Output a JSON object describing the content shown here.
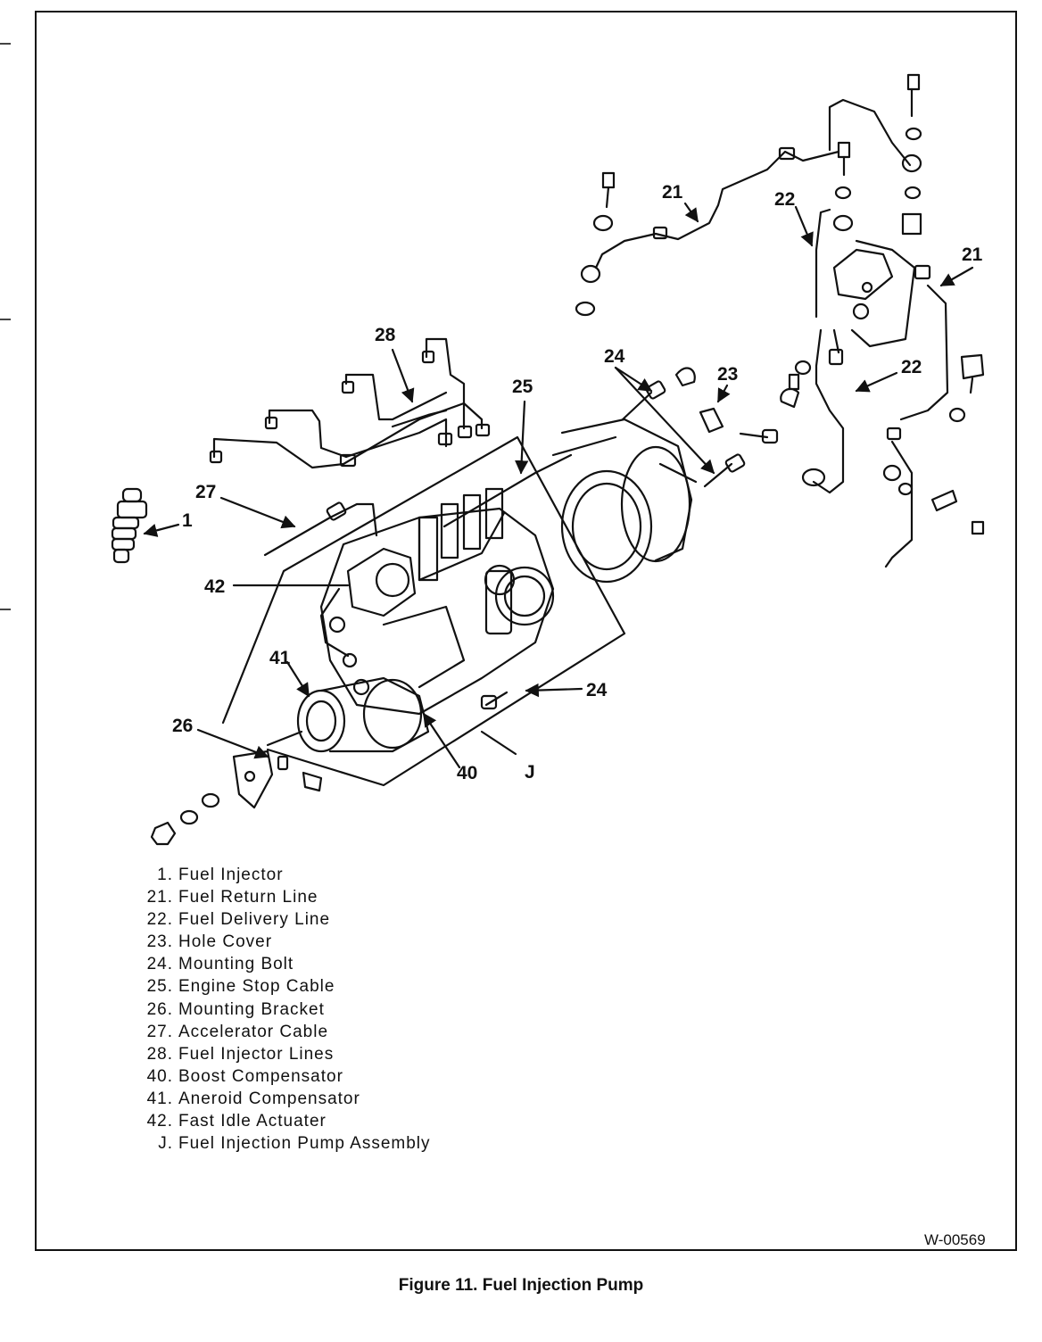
{
  "figure": {
    "caption": "Figure 11. Fuel Injection Pump",
    "code": "W-00569"
  },
  "callouts": [
    {
      "id": "c1",
      "text": "1"
    },
    {
      "id": "c21a",
      "text": "21"
    },
    {
      "id": "c21b",
      "text": "21"
    },
    {
      "id": "c22a",
      "text": "22"
    },
    {
      "id": "c22b",
      "text": "22"
    },
    {
      "id": "c23",
      "text": "23"
    },
    {
      "id": "c24a",
      "text": "24"
    },
    {
      "id": "c24b",
      "text": "24"
    },
    {
      "id": "c25",
      "text": "25"
    },
    {
      "id": "c26",
      "text": "26"
    },
    {
      "id": "c27",
      "text": "27"
    },
    {
      "id": "c28",
      "text": "28"
    },
    {
      "id": "c40",
      "text": "40"
    },
    {
      "id": "c41",
      "text": "41"
    },
    {
      "id": "c42",
      "text": "42"
    },
    {
      "id": "cJ",
      "text": "J"
    }
  ],
  "legend": [
    {
      "key": "1.",
      "label": "Fuel Injector"
    },
    {
      "key": "21.",
      "label": "Fuel Return Line"
    },
    {
      "key": "22.",
      "label": "Fuel Delivery Line"
    },
    {
      "key": "23.",
      "label": "Hole Cover"
    },
    {
      "key": "24.",
      "label": "Mounting Bolt"
    },
    {
      "key": "25.",
      "label": "Engine Stop Cable"
    },
    {
      "key": "26.",
      "label": "Mounting Bracket"
    },
    {
      "key": "27.",
      "label": "Accelerator Cable"
    },
    {
      "key": "28.",
      "label": "Fuel Injector Lines"
    },
    {
      "key": "40.",
      "label": "Boost Compensator"
    },
    {
      "key": "41.",
      "label": "Aneroid Compensator"
    },
    {
      "key": "42.",
      "label": "Fast Idle Actuater"
    },
    {
      "key": "J.",
      "label": "Fuel Injection Pump Assembly"
    }
  ]
}
